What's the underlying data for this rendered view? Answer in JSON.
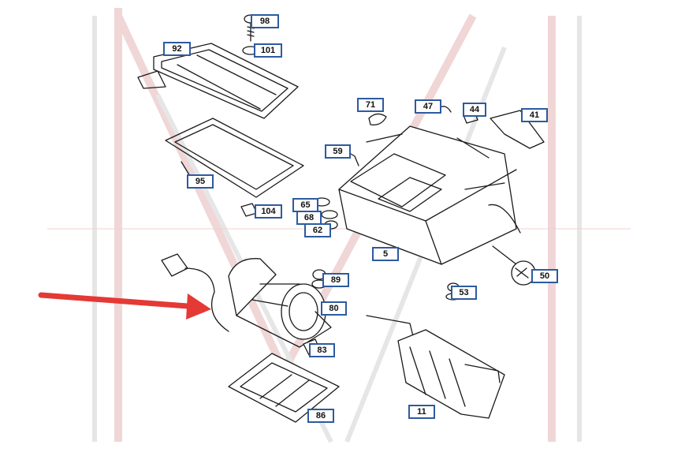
{
  "callouts": {
    "p98": "98",
    "p101": "101",
    "p92": "92",
    "p95": "95",
    "p104": "104",
    "p71": "71",
    "p47": "47",
    "p44": "44",
    "p41": "41",
    "p59": "59",
    "p65": "65",
    "p68": "68",
    "p62": "62",
    "p5": "5",
    "p50": "50",
    "p89": "89",
    "p80": "80",
    "p83": "83",
    "p53": "53",
    "p86": "86",
    "p11": "11"
  },
  "colors": {
    "callout_border": "#2d5aa0",
    "arrow": "#e53935",
    "watermark": "#f0d6d6"
  },
  "icons": {
    "arrow": "red-pointer-arrow",
    "watermark": "m-watermark-logo"
  }
}
